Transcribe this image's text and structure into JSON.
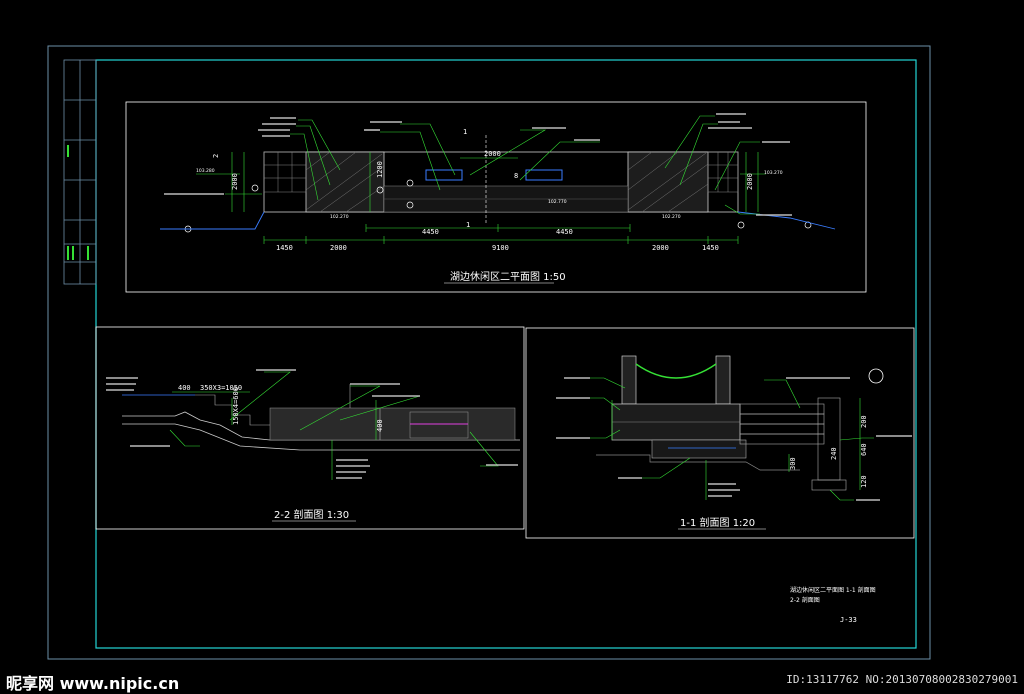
{
  "colors": {
    "frame_outer": "#6d8fa8",
    "frame_inner": "#23d5d5",
    "green": "#35e035",
    "white": "#ffffff",
    "magenta": "#e040e0",
    "blue": "#3a7dff",
    "grey": "#9a9a9a"
  },
  "plan": {
    "title": "湖边休闲区二平面图  1:50",
    "dims_row1": [
      "1450",
      "2000",
      "9100",
      "2000",
      "1450"
    ],
    "dims_row2": [
      "4450",
      "4450"
    ],
    "dim_top": "2000",
    "dim_mid": "8",
    "left_vdims": [
      "2",
      "2000",
      "1200"
    ],
    "section_mark": "1",
    "elevations": [
      "102.270",
      "102.270",
      "102.770",
      "103.280",
      "103.270"
    ]
  },
  "section22": {
    "title": "2-2 剖面图  1:30",
    "dims": [
      "400",
      "350X3=1050",
      "150X4=600",
      "400"
    ]
  },
  "section11": {
    "title": "1-1 剖面图  1:20",
    "dims": [
      "200",
      "240",
      "640",
      "300",
      "120"
    ]
  },
  "titleblock": {
    "sheet_title_1": "湖边休闲区二平面图   1-1 剖面图",
    "sheet_title_2": "2-2 剖面图",
    "sheet_no": "J-33"
  },
  "watermark": {
    "site": "昵享网 www.nipic.cn",
    "id": "ID:13117762 NO:20130708002830279001"
  }
}
